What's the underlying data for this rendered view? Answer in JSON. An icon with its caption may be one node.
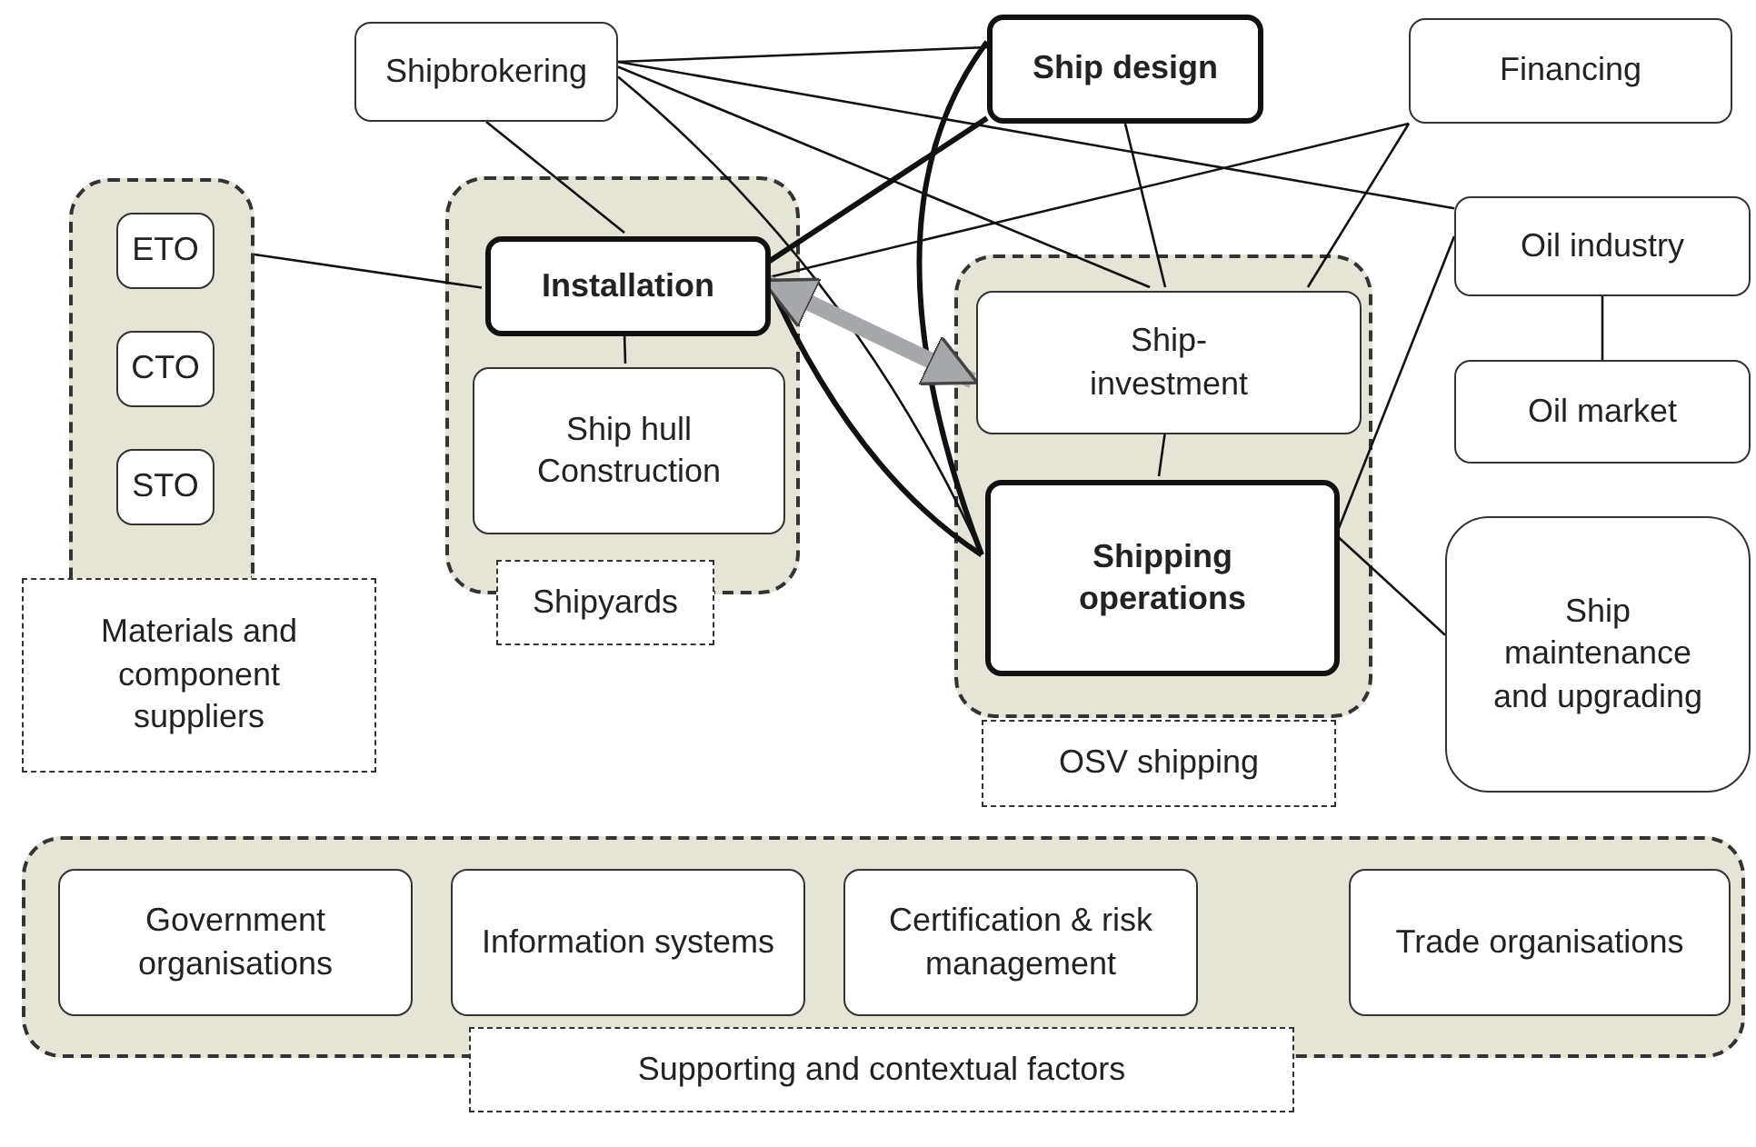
{
  "diagram": {
    "nodes": [
      {
        "text": [],
        "shape": "box"
      },
      {
        "text": [
          "ETO"
        ],
        "in": 0
      },
      {
        "text": [
          "CTO"
        ],
        "in": 0
      },
      {
        "text": [
          "STO"
        ],
        "in": 0
      },
      {
        "text": [
          "Materials and component suppliers"
        ]
      },
      {
        "text": [],
        "shape": "box"
      },
      {
        "text": [
          "Installation"
        ],
        "in": 5
      },
      {
        "text": [
          "Ship hull Construction"
        ],
        "in": 5
      },
      {
        "text": [
          "Shipyards"
        ]
      },
      {
        "text": [],
        "shape": "box"
      },
      {
        "text": [
          "Ship- investment"
        ],
        "in": 9
      },
      {
        "text": [
          "Shipping operations"
        ],
        "in": 9
      },
      {
        "text": [
          "OSV shipping"
        ]
      },
      {
        "text": [
          "Shipbrokering"
        ]
      },
      {
        "text": [
          "Ship design"
        ]
      },
      {
        "text": [
          "Financing"
        ]
      },
      {
        "text": [
          "Oil industry"
        ]
      },
      {
        "text": [
          "Oil market"
        ]
      },
      {
        "text": [
          "Ship maintenance and upgrading"
        ]
      },
      {
        "text": [],
        "shape": "box"
      },
      {
        "text": [
          "Government organisations"
        ],
        "in": 19
      },
      {
        "text": [
          "Information systems"
        ],
        "in": 19
      },
      {
        "text": [
          "Certification & risk management"
        ],
        "in": 19
      },
      {
        "text": [
          "Trade organisations"
        ],
        "in": 19
      },
      {
        "text": [
          "Supporting and contextual factors"
        ]
      }
    ],
    "edges": [
      {
        "from": 0,
        "to": 6,
        "arrow": "none"
      },
      {
        "from": 13,
        "to": 6,
        "arrow": "none"
      },
      {
        "from": 6,
        "to": 7,
        "arrow": "none"
      },
      {
        "from": 13,
        "to": 14,
        "arrow": "none"
      },
      {
        "from": 13,
        "to": 16,
        "arrow": "none"
      },
      {
        "from": 13,
        "to": 10,
        "arrow": "none"
      },
      {
        "from": 13,
        "to": 11,
        "arrow": "none"
      },
      {
        "from": 14,
        "to": 10,
        "arrow": "none"
      },
      {
        "from": 14,
        "to": 6,
        "arrow": "none",
        "style": "thick"
      },
      {
        "from": 14,
        "to": 11,
        "arrow": "none",
        "style": "thick"
      },
      {
        "from": 6,
        "to": 11,
        "arrow": "none",
        "style": "thick"
      },
      {
        "from": 6,
        "to": 15,
        "arrow": "none"
      },
      {
        "from": 6,
        "to": 10,
        "arrow": "both",
        "style": "thick",
        "color": "#a6a8ab"
      },
      {
        "from": 15,
        "to": 10,
        "arrow": "none"
      },
      {
        "from": 16,
        "to": 17,
        "arrow": "none"
      },
      {
        "from": 16,
        "to": 11,
        "arrow": "none"
      },
      {
        "from": 11,
        "to": 18,
        "arrow": "none"
      },
      {
        "from": 10,
        "to": 11,
        "arrow": "none"
      }
    ]
  }
}
